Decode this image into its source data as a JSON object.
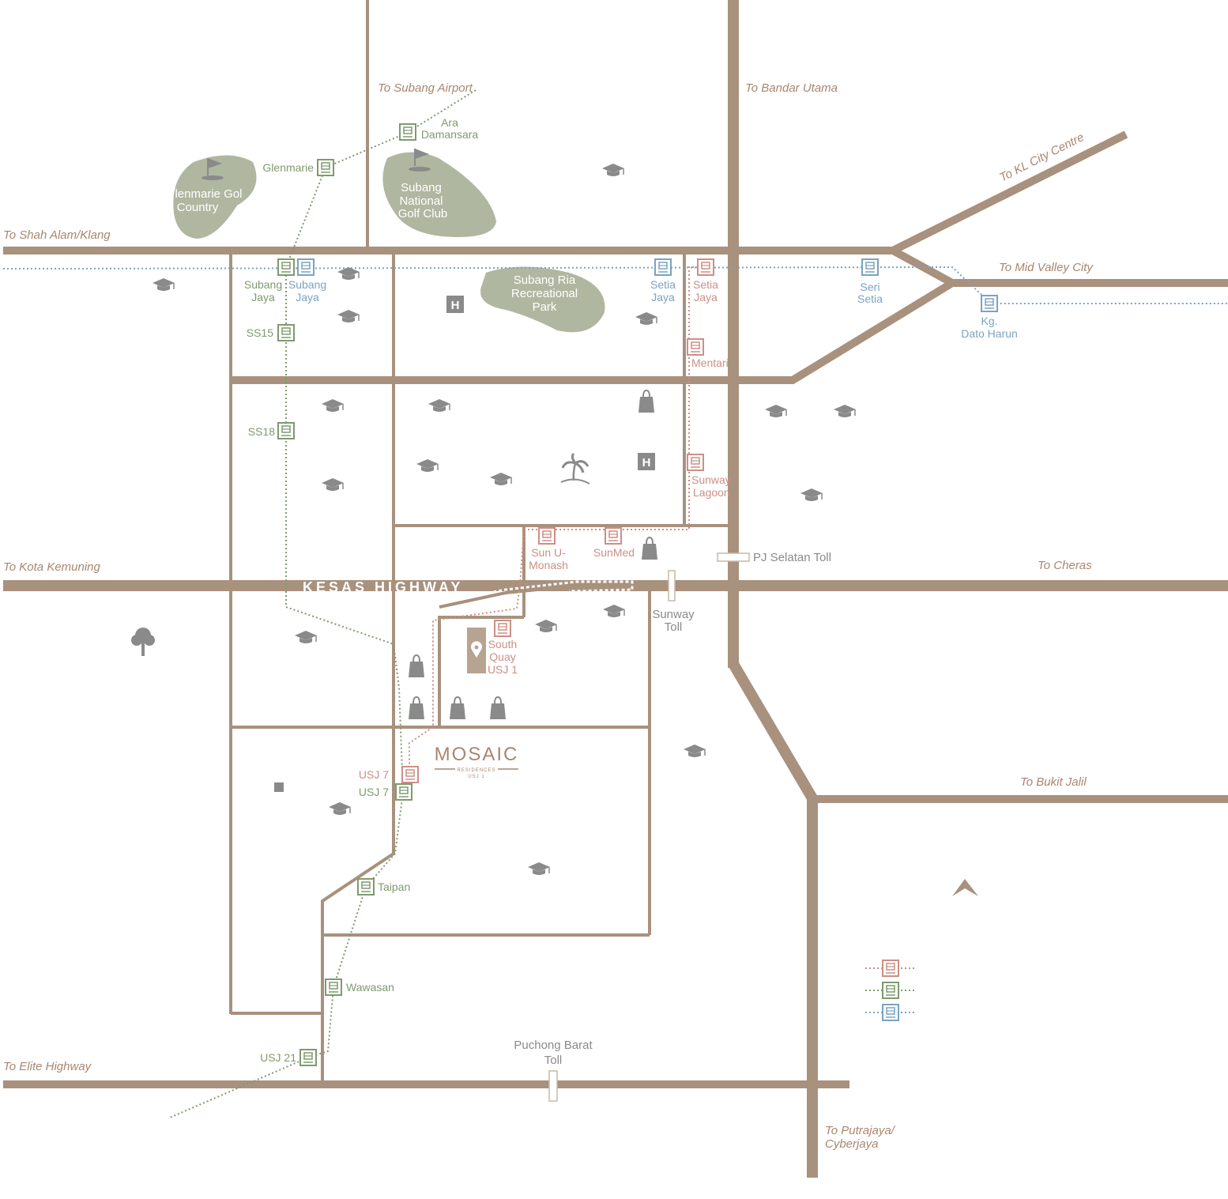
{
  "map": {
    "destinations": {
      "subang_airport": "To Subang Airport",
      "bandar_utama": "To Bandar Utama",
      "kl_city_centre": "To KL City Centre",
      "shah_alam": "To Shah Alam/Klang",
      "mid_valley": "To Mid Valley City",
      "kota_kemuning": "To Kota Kemuning",
      "cheras": "To Cheras",
      "bukit_jalil": "To Bukit Jalil",
      "elite_highway": "To Elite Highway",
      "putrajaya_1": "To Putrajaya/",
      "putrajaya_2": "Cyberjaya"
    },
    "highway": "KESAS HIGHWAY",
    "parks": {
      "glenmarie_1": "lenmarie Gol",
      "glenmarie_2": "Country",
      "subang_national_1": "Subang",
      "subang_national_2": "National",
      "subang_national_3": "Golf Club",
      "subang_ria_1": "Subang Ria",
      "subang_ria_2": "Recreational",
      "subang_ria_3": "Park"
    },
    "stations": {
      "ara_damansara_1": "Ara",
      "ara_damansara_2": "Damansara",
      "glenmarie": "Glenmarie",
      "subang_jaya_green_1": "Subang",
      "subang_jaya_green_2": "Jaya",
      "subang_jaya_blue_1": "Subang",
      "subang_jaya_blue_2": "Jaya",
      "ss15": "SS15",
      "ss18": "SS18",
      "setia_jaya_blue_1": "Setia",
      "setia_jaya_blue_2": "Jaya",
      "setia_jaya_red_1": "Setia",
      "setia_jaya_red_2": "Jaya",
      "mentari": "Mentari",
      "sunway_lagoon_1": "Sunway",
      "sunway_lagoon_2": "Lagoon",
      "seri_setia_1": "Seri",
      "seri_setia_2": "Setia",
      "kg_dato_harun_1": "Kg.",
      "kg_dato_harun_2": "Dato Harun",
      "sun_u_monash_1": "Sun U-",
      "sun_u_monash_2": "Monash",
      "sunmed": "SunMed",
      "south_quay_1": "South",
      "south_quay_2": "Quay",
      "south_quay_3": "USJ 1",
      "usj7_red": "USJ 7",
      "usj7_green": "USJ 7",
      "taipan": "Taipan",
      "wawasan": "Wawasan",
      "usj21": "USJ 21"
    },
    "tolls": {
      "pj_selatan": "PJ Selatan Toll",
      "sunway_1": "Sunway",
      "sunway_2": "Toll",
      "puchong_barat_1": "Puchong Barat",
      "puchong_barat_2": "Toll"
    },
    "project": {
      "name": "MOSAIC",
      "sub1": "RESIDENCES",
      "sub2": "USJ 1"
    },
    "colors": {
      "road": "#a8917d",
      "park": "#b0b7a0",
      "line_green": "#7f9a6f",
      "line_blue": "#7aa3c0",
      "line_red": "#cc8f86",
      "icon_grey": "#8a8a8a"
    },
    "icons": [
      "graduation-cap-icon",
      "hospital-icon",
      "shopping-bag-icon",
      "palm-tree-icon",
      "tree-icon",
      "location-pin-icon",
      "train-icon",
      "golf-flag-icon",
      "north-arrow-icon"
    ]
  }
}
